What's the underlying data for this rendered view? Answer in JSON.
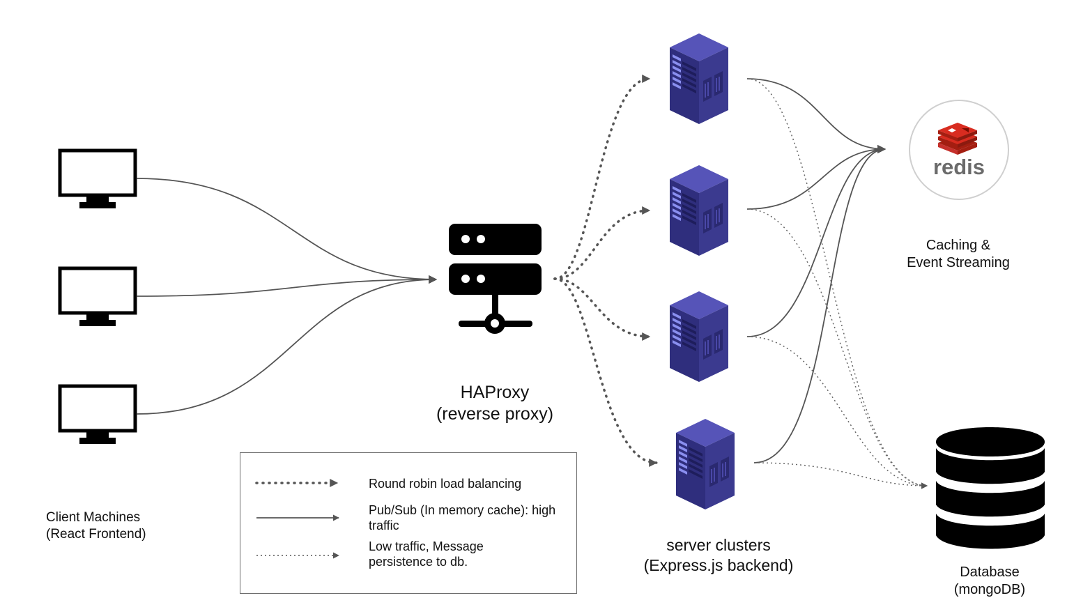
{
  "title": "",
  "nodes": {
    "clients": {
      "label_line1": "Client Machines",
      "label_line2": "(React Frontend)",
      "icon": "monitor-icon",
      "count": 3
    },
    "proxy": {
      "label_line1": "HAProxy",
      "label_line2": "(reverse proxy)",
      "icon": "proxy-server-icon"
    },
    "servers": {
      "label_line1": "server clusters",
      "label_line2": "(Express.js backend)",
      "icon": "server-rack-icon",
      "count": 4
    },
    "cache": {
      "label_line1": "Caching &",
      "label_line2": "Event Streaming",
      "logo_text": "redis",
      "icon": "redis-logo"
    },
    "database": {
      "label_line1": "Database",
      "label_line2": "(mongoDB)",
      "icon": "database-icon"
    }
  },
  "legend": {
    "items": [
      {
        "style": "dotted-bold",
        "text_line1": "Round robin load balancing",
        "text_line2": ""
      },
      {
        "style": "solid",
        "text_line1": "Pub/Sub (In memory cache): high",
        "text_line2": "traffic"
      },
      {
        "style": "dotted-light",
        "text_line1": "Low traffic, Message",
        "text_line2": "persistence to db."
      }
    ]
  },
  "colors": {
    "edge": "#555555",
    "server_body": "#3b3a8f",
    "server_light": "#8a8ff0",
    "redis_red": "#d82c20",
    "redis_text": "#6b6b6b",
    "icon_black": "#000000"
  }
}
